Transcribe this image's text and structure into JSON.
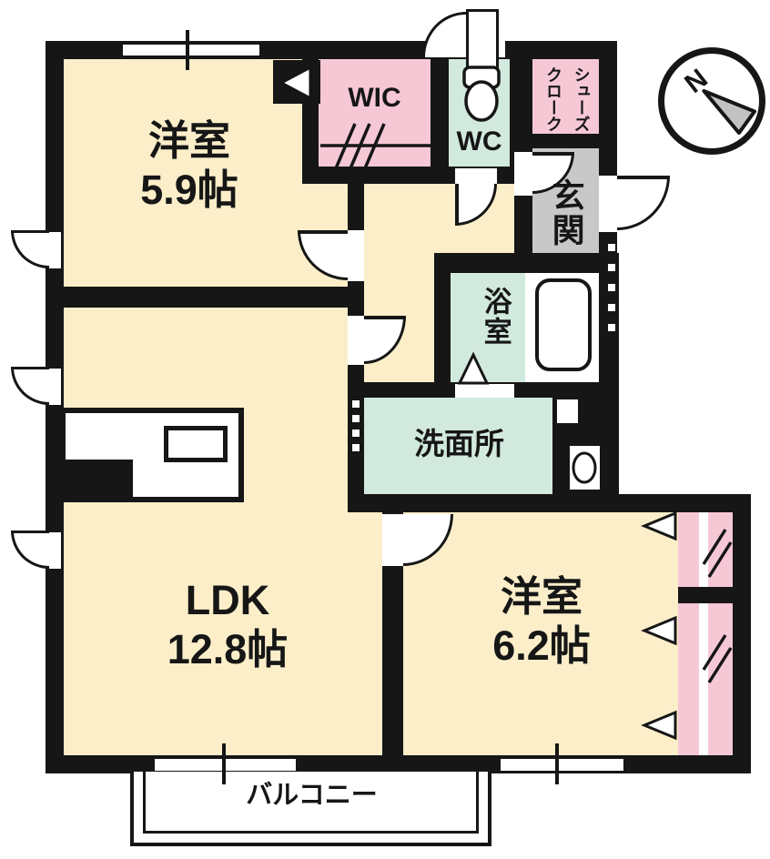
{
  "floor_plan": {
    "rooms": {
      "bedroom_upper": {
        "name": "洋室",
        "area": "5.9帖"
      },
      "ldk": {
        "name": "LDK",
        "area": "12.8帖"
      },
      "bedroom_lower": {
        "name": "洋室",
        "area": "6.2帖"
      },
      "walk_in_closet": {
        "name": "WIC"
      },
      "toilet": {
        "name": "WC"
      },
      "shoe_closet": {
        "name": "シューズ\nクローク"
      },
      "entrance": {
        "name": "玄関"
      },
      "bathroom": {
        "name": "浴室"
      },
      "washroom": {
        "name": "洗面所"
      },
      "balcony": {
        "name": "バルコニー"
      }
    },
    "compass": {
      "north": "N"
    },
    "colors": {
      "wall": "#161616",
      "room_cream": "#fbeec9",
      "closet_pink": "#f6c8d5",
      "wet_area_green": "#d2e9dd",
      "entrance_gray": "#c8c8c8",
      "background": "#ffffff"
    }
  }
}
